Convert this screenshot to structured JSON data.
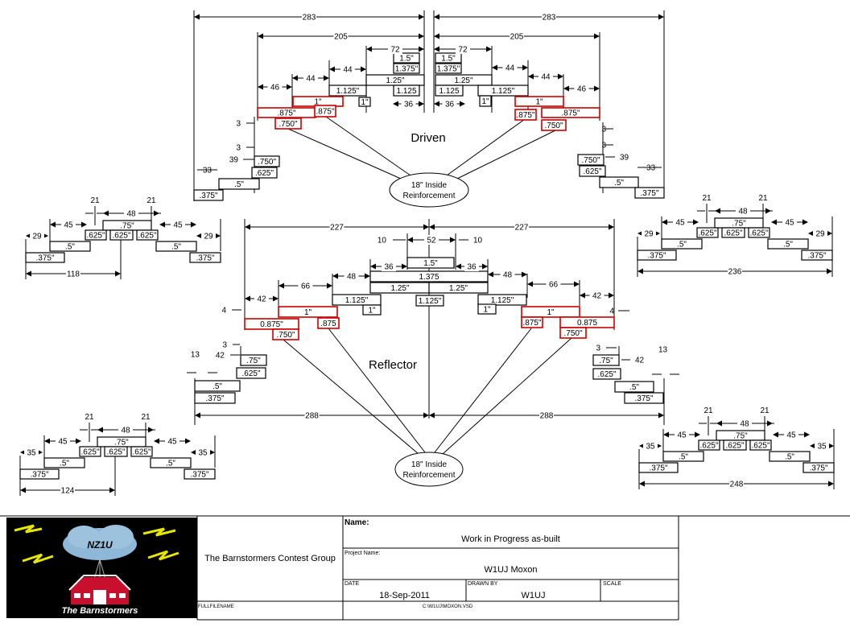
{
  "colors": {
    "line": "#000000",
    "accent": "#cc0000",
    "logo_bg": "#000000",
    "cloud": "#8fb8d8",
    "bolt": "#e6e600",
    "barn": "#c8102e"
  },
  "driven": {
    "title": "Driven",
    "dims_left": {
      "d283": "283",
      "d205": "205",
      "d72": "72",
      "d44a": "44",
      "d44b": "44",
      "d46": "46",
      "d36": "36",
      "d3a": "3",
      "d3b": "3",
      "d39": "39",
      "d33": "33"
    },
    "dims_right": {
      "d283": "283",
      "d205": "205",
      "d72": "72",
      "d44a": "44",
      "d44b": "44",
      "d46": "46",
      "d36": "36",
      "d3a": "3",
      "d3b": "3",
      "d39": "39",
      "d33": "33"
    },
    "tubes_left": {
      "t15": "1.5\"",
      "t1375": "1.375\"",
      "t125": "1.25\"",
      "t1125a": "1.125\"",
      "t1125b": "1.125",
      "t1a": "1\"",
      "t1b": "1\"",
      "t875a": ".875\"",
      "t875b": ".875\"",
      "t750r": ".750\"",
      "t750": ".750\"",
      "t625": ".625\"",
      "t5": ".5\"",
      "t375": ".375\""
    },
    "tubes_right": {
      "t15": "1.5\"",
      "t1375": "1.375\"",
      "t125": "1.25\"",
      "t1125a": "1.125\"",
      "t1125b": "1.125",
      "t1a": "1\"",
      "t1b": "1\"",
      "t875a": ".875\"",
      "t875b": ".875\"",
      "t750r": ".750\"",
      "t750": ".750\"",
      "t625": ".625\"",
      "t5": ".5\"",
      "t375": ".375\""
    },
    "reinforcement": [
      "18\" Inside",
      "Reinforcement"
    ]
  },
  "reflector": {
    "title": "Reflector",
    "dims": {
      "d227l": "227",
      "d227r": "227",
      "d10l": "10",
      "d10r": "10",
      "d52": "52",
      "d36l": "36",
      "d36r": "36",
      "d48l": "48",
      "d48r": "48",
      "d66l": "66",
      "d66r": "66",
      "d42l": "42",
      "d42r": "42",
      "d4l": "4",
      "d4r": "4",
      "d3l": "3",
      "d3r": "3",
      "d42bl": "42",
      "d42br": "42",
      "d13l": "13",
      "d13r": "13",
      "d288l": "288",
      "d288r": "288"
    },
    "tubes": {
      "t15": "1.5\"",
      "t1375": "1.375",
      "t125l": "1.25\"",
      "t125r": "1.25\"",
      "t1125l": "1.125\"",
      "t1125r": "1.125\"",
      "t1125c": "1.125\"",
      "t1al": "1\"",
      "t1ar": "1\"",
      "t1bl": "1\"",
      "t1br": "1\"",
      "t0875l": "0.875\"",
      "t0875r": "0.875",
      "t875l": ".875",
      "t875r": ".875\"",
      "t750l": ".750\"",
      "t750r": ".750\"",
      "t75l": ".75\"",
      "t75r": ".75\"",
      "t625l": ".625\"",
      "t625r": ".625\"",
      "t5l": ".5\"",
      "t5r": ".5\"",
      "t375l": ".375\"",
      "t375r": ".375\""
    },
    "reinforcement": [
      "18\" Inside",
      "Reinforcement"
    ]
  },
  "boom_details": [
    {
      "id": "tl",
      "d21a": "21",
      "d21b": "21",
      "d48": "48",
      "d45a": "45",
      "d45b": "45",
      "d29a": "29",
      "d29b": "29",
      "t75": ".75\"",
      "t625a": ".625\"",
      "t625b": ".625\"",
      "t625c": ".625\"",
      "t5a": ".5\"",
      "t5b": ".5\"",
      "t375a": ".375\"",
      "t375b": ".375\"",
      "total": "118"
    },
    {
      "id": "tr",
      "d21a": "21",
      "d21b": "21",
      "d48": "48",
      "d45a": "45",
      "d45b": "45",
      "d29a": "29",
      "d29b": "29",
      "t75": ".75\"",
      "t625a": ".625\"",
      "t625b": ".625\"",
      "t625c": ".625\"",
      "t5a": ".5\"",
      "t5b": ".5\"",
      "t375a": ".375\"",
      "t375b": ".375\"",
      "total": "236"
    },
    {
      "id": "bl",
      "d21a": "21",
      "d21b": "21",
      "d48": "48",
      "d45a": "45",
      "d45b": "45",
      "d29a": "35",
      "d29b": "35",
      "t75": ".75\"",
      "t625a": ".625\"",
      "t625b": ".625\"",
      "t625c": ".625\"",
      "t5a": ".5\"",
      "t5b": ".5\"",
      "t375a": ".375\"",
      "t375b": ".375\"",
      "total": "124"
    },
    {
      "id": "br",
      "d21a": "21",
      "d21b": "21",
      "d48": "48",
      "d45a": "45",
      "d45b": "45",
      "d29a": "35",
      "d29b": "35",
      "t75": ".75\"",
      "t625a": ".625\"",
      "t625b": ".625\"",
      "t625c": ".625\"",
      "t5a": ".5\"",
      "t5b": ".5\"",
      "t375a": ".375\"",
      "t375b": ".375\"",
      "total": "248"
    }
  ],
  "title_block": {
    "logo_callsign": "NZ1U",
    "logo_caption": "The Barnstormers",
    "org": "The Barnstormers Contest Group",
    "name_label": "Name:",
    "name_value": "Work in Progress as-built",
    "project_label": "Project Name:",
    "project_value": "W1UJ Moxon",
    "date_label": "DATE",
    "date_value": "18-Sep-2011",
    "drawn_label": "DRAWN BY",
    "drawn_value": "W1UJ",
    "scale_label": "SCALE",
    "filename_label": "FULLFILENAME",
    "filename_value": "C:\\W1UJ\\MOXON.VSD"
  }
}
